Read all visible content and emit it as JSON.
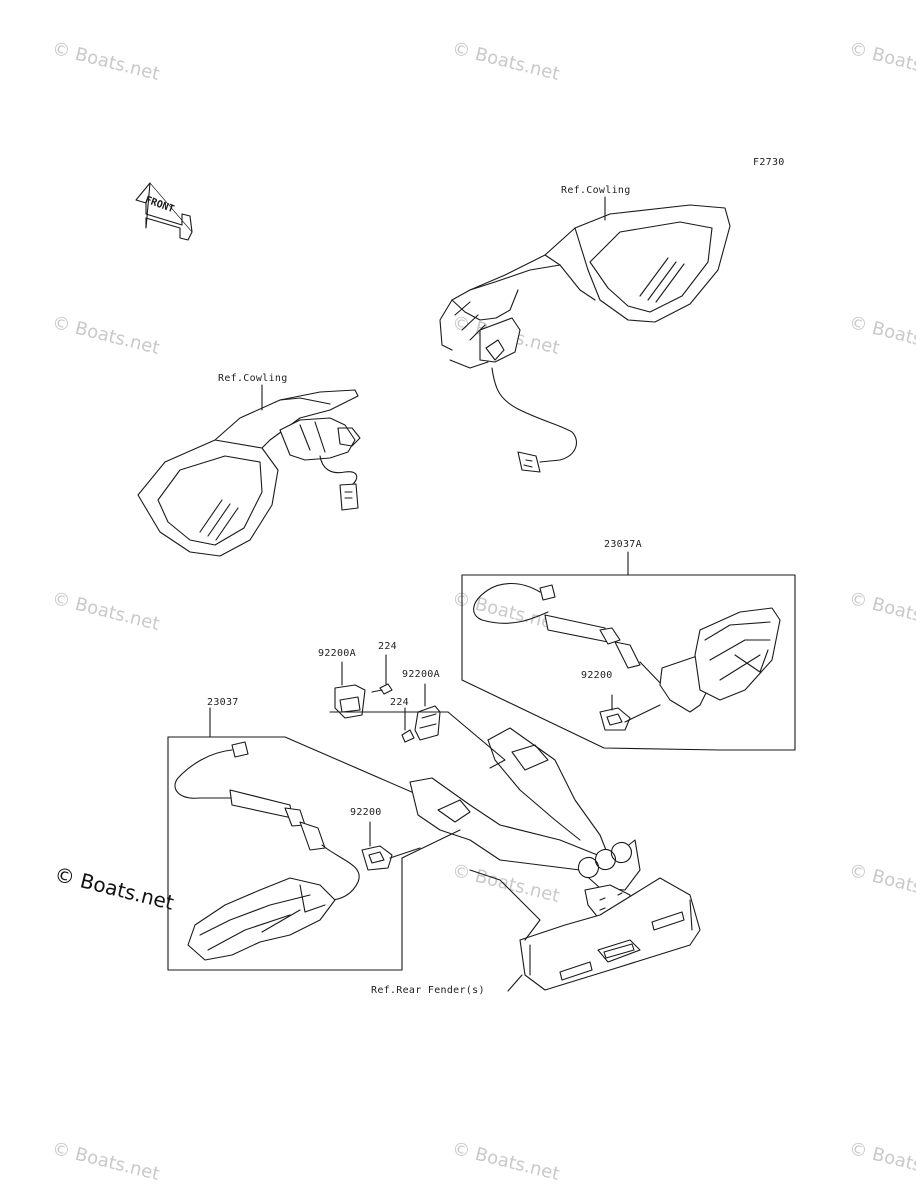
{
  "diagram": {
    "code": "F2730",
    "front_label": "FRONT",
    "labels": {
      "ref_cowling_right": "Ref.Cowling",
      "ref_cowling_left": "Ref.Cowling",
      "part_23037A": "23037A",
      "part_92200_right": "92200",
      "part_92200A_left": "92200A",
      "part_224_top": "224",
      "part_92200A_mid": "92200A",
      "part_224_mid": "224",
      "part_23037": "23037",
      "part_92200_left": "92200",
      "ref_rear_fender": "Ref.Rear Fender(s)"
    }
  },
  "watermarks": {
    "text": "© Boats.net",
    "prominent": "© Boats.net"
  }
}
